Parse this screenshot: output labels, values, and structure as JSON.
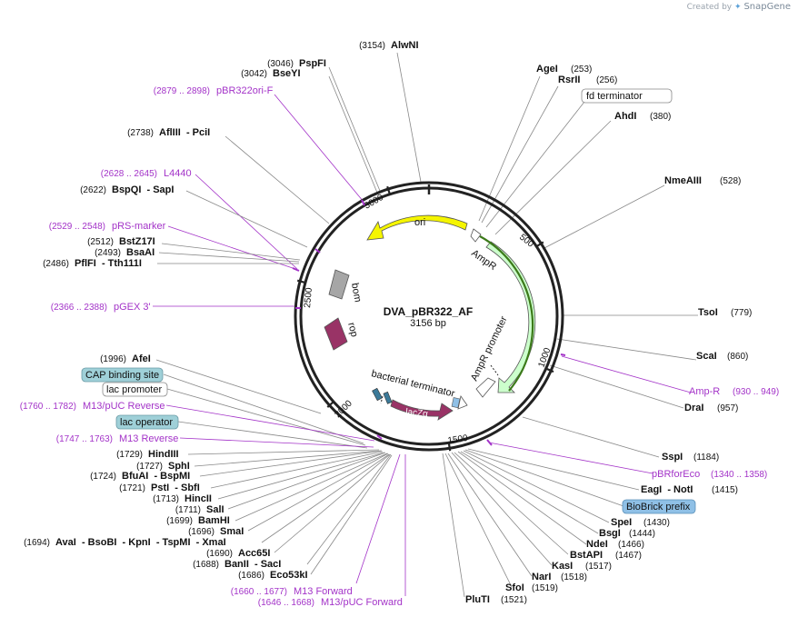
{
  "credit": {
    "prefix": "Created by",
    "brand": "SnapGene"
  },
  "plasmid": {
    "name": "DVA_pBR322_AF",
    "length_label": "3156 bp",
    "length": 3156
  },
  "ticks": [
    "500",
    "1000",
    "1500",
    "2000",
    "2500",
    "3000"
  ],
  "features": [
    {
      "name": "ori",
      "color": "#f5f500",
      "text_color": "#111111"
    },
    {
      "name": "AmpR",
      "color": "#ccffcc",
      "text_color": "#111111"
    },
    {
      "name": "AmpR promoter",
      "color": "#ffffff",
      "text_color": "#111111"
    },
    {
      "name": "lacZα",
      "color": "#993366",
      "text_color": "#ffffff"
    },
    {
      "name": "rop",
      "color": "#993366",
      "text_color": "#111111"
    },
    {
      "name": "bom",
      "color": "#a6a6a6",
      "text_color": "#111111"
    },
    {
      "name": "bacterial terminator",
      "color": "#ffffff",
      "text_color": "#111111"
    }
  ],
  "sites": [
    {
      "name": "AlwNI",
      "pos": "(3154)",
      "rows": []
    },
    {
      "name": "PspFI",
      "pos": "(3046)"
    },
    {
      "name": "BseYI",
      "pos": "(3042)"
    },
    {
      "name": "AflIII  - PciI",
      "pos": "(2738)"
    },
    {
      "name": "BspQI  - SapI",
      "pos": "(2622)"
    },
    {
      "name": "BstZ17I",
      "pos": "(2512)"
    },
    {
      "name": "BsaAI",
      "pos": "(2493)"
    },
    {
      "name": "PflFI  - Tth111I",
      "pos": "(2486)"
    },
    {
      "name": "AfeI",
      "pos": "(1996)"
    },
    {
      "name": "HindIII",
      "pos": "(1729)"
    },
    {
      "name": "SphI",
      "pos": "(1727)"
    },
    {
      "name": "BfuAI  - BspMI",
      "pos": "(1724)"
    },
    {
      "name": "PstI  - SbfI",
      "pos": "(1721)"
    },
    {
      "name": "HincII",
      "pos": "(1713)"
    },
    {
      "name": "SalI",
      "pos": "(1711)"
    },
    {
      "name": "BamHI",
      "pos": "(1699)"
    },
    {
      "name": "SmaI",
      "pos": "(1696)"
    },
    {
      "name": "AvaI  - BsoBI  - KpnI  - TspMI  - XmaI",
      "pos": "(1694)"
    },
    {
      "name": "Acc65I",
      "pos": "(1690)"
    },
    {
      "name": "BanII  - SacI",
      "pos": "(1688)"
    },
    {
      "name": "Eco53kI",
      "pos": "(1686)"
    },
    {
      "name": "AgeI",
      "pos": "(253)"
    },
    {
      "name": "RsrII",
      "pos": "(256)"
    },
    {
      "name": "AhdI",
      "pos": "(380)"
    },
    {
      "name": "NmeAIII",
      "pos": "(528)"
    },
    {
      "name": "TsoI",
      "pos": "(779)"
    },
    {
      "name": "ScaI",
      "pos": "(860)"
    },
    {
      "name": "DraI",
      "pos": "(957)"
    },
    {
      "name": "SspI",
      "pos": "(1184)"
    },
    {
      "name": "EagI  - NotI",
      "pos": "(1415)"
    },
    {
      "name": "SpeI",
      "pos": "(1430)"
    },
    {
      "name": "BsgI",
      "pos": "(1444)"
    },
    {
      "name": "NdeI",
      "pos": "(1466)"
    },
    {
      "name": "BstAPI",
      "pos": "(1467)"
    },
    {
      "name": "KasI",
      "pos": "(1517)"
    },
    {
      "name": "NarI",
      "pos": "(1518)"
    },
    {
      "name": "SfoI",
      "pos": "(1519)"
    },
    {
      "name": "PluTI",
      "pos": "(1521)"
    }
  ],
  "primers": [
    {
      "name": "pBR322ori-F",
      "range": "(2879 .. 2898)"
    },
    {
      "name": "L4440",
      "range": "(2628 .. 2645)"
    },
    {
      "name": "pRS-marker",
      "range": "(2529 .. 2548)"
    },
    {
      "name": "pGEX 3'",
      "range": "(2366 .. 2388)"
    },
    {
      "name": "M13/pUC Reverse",
      "range": "(1760 .. 1782)"
    },
    {
      "name": "M13 Reverse",
      "range": "(1747 .. 1763)"
    },
    {
      "name": "M13 Forward",
      "range": "(1660 .. 1677)"
    },
    {
      "name": "M13/pUC Forward",
      "range": "(1646 .. 1668)"
    },
    {
      "name": "Amp-R",
      "range": "(930 .. 949)"
    },
    {
      "name": "pBRforEco",
      "range": "(1340 .. 1358)"
    }
  ],
  "boxes": [
    {
      "name": "fd terminator",
      "fill": "#ffffff"
    },
    {
      "name": "CAP binding site",
      "fill": "#9fd0d8"
    },
    {
      "name": "lac promoter",
      "fill": "#ffffff"
    },
    {
      "name": "lac operator",
      "fill": "#9fd0d8"
    },
    {
      "name": "BioBrick prefix",
      "fill": "#8fc0e6"
    }
  ]
}
